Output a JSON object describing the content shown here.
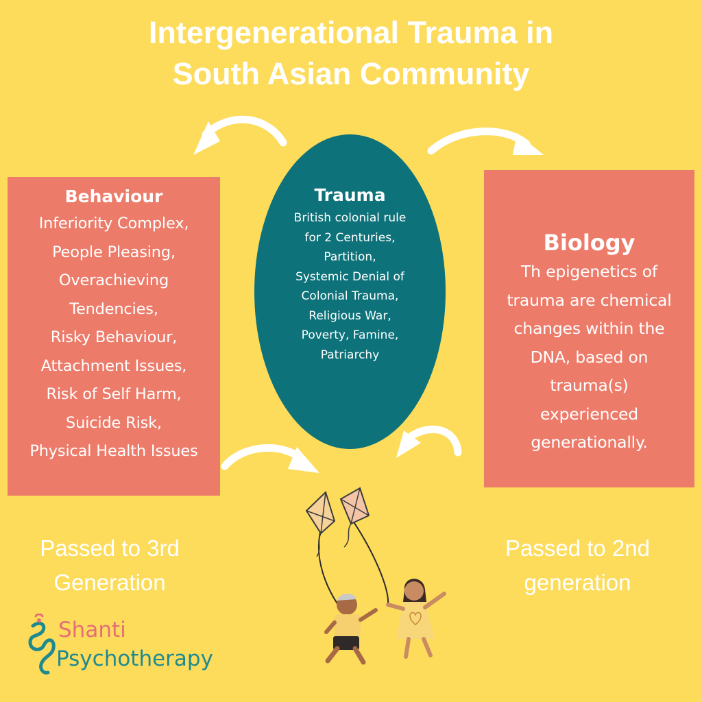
{
  "title": {
    "line1": "Intergenerational Trauma in",
    "line2": "South Asian Community"
  },
  "trauma": {
    "heading": "Trauma",
    "lines": [
      "British colonial rule",
      "for 2 Centuries,",
      "Partition,",
      "Systemic Denial of",
      "Colonial Trauma,",
      "Religious War,",
      "Poverty, Famine,",
      "Patriarchy"
    ]
  },
  "behaviour": {
    "heading": "Behaviour",
    "lines": [
      "Inferiority Complex,",
      "People Pleasing,",
      "Overachieving",
      "Tendencies,",
      "Risky Behaviour,",
      "Attachment Issues,",
      "Risk of Self Harm,",
      "Suicide Risk,",
      "Physical Health Issues"
    ]
  },
  "biology": {
    "heading": "Biology",
    "lines": [
      "Th epigenetics of",
      "trauma are chemical",
      "changes within the",
      "DNA, based on",
      "trauma(s)",
      "experienced",
      "generationally."
    ]
  },
  "passed_left": {
    "line1": "Passed to 3rd",
    "line2": "Generation"
  },
  "passed_right": {
    "line1": "Passed to 2nd",
    "line2": "generation"
  },
  "logo": {
    "line1": "Shanti",
    "line2": "Psychotherapy"
  },
  "colors": {
    "background": "#FDDC5C",
    "box": "#EC7B6A",
    "oval": "#0E727A",
    "text": "#FFFFFF",
    "logo_pink": "#E46E77",
    "logo_teal": "#1E8A8F"
  },
  "icons": [
    "curved-arrow-icon",
    "kite-icon",
    "children-illustration-icon",
    "om-logo-icon"
  ]
}
